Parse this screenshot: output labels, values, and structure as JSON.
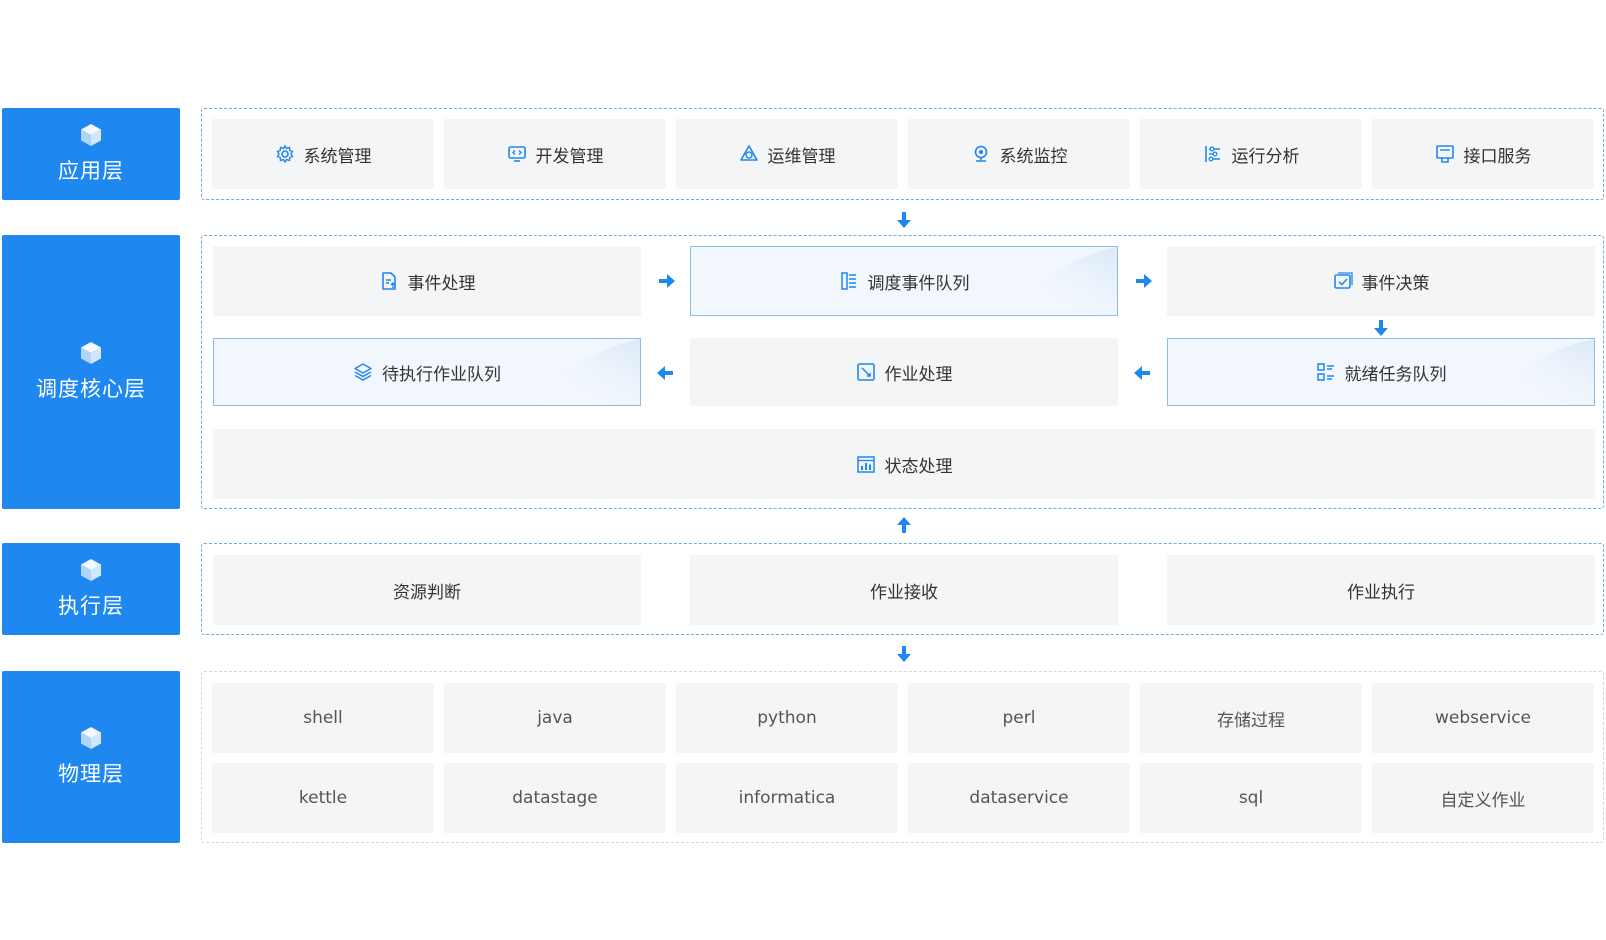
{
  "colors": {
    "accent": "#1e88f0",
    "frame": "#6fa8e6",
    "cell": "#f4f5f7",
    "highlight": "#f1f7fd"
  },
  "layers": [
    {
      "name": "应用层",
      "items": [
        {
          "label": "系统管理",
          "icon": "gear-icon"
        },
        {
          "label": "开发管理",
          "icon": "code-monitor-icon"
        },
        {
          "label": "运维管理",
          "icon": "triangle-cycle-icon"
        },
        {
          "label": "系统监控",
          "icon": "monitor-pin-icon"
        },
        {
          "label": "运行分析",
          "icon": "sliders-icon"
        },
        {
          "label": "接口服务",
          "icon": "interface-icon"
        }
      ]
    },
    {
      "name": "调度核心层",
      "items": [
        {
          "label": "事件处理",
          "icon": "document-upload-icon"
        },
        {
          "label": "调度事件队列",
          "icon": "queue-list-icon"
        },
        {
          "label": "事件决策",
          "icon": "decision-check-icon"
        },
        {
          "label": "待执行作业队列",
          "icon": "layers-icon"
        },
        {
          "label": "作业处理",
          "icon": "edit-box-icon"
        },
        {
          "label": "就绪任务队列",
          "icon": "task-list-icon"
        },
        {
          "label": "状态处理",
          "icon": "bar-chart-icon"
        }
      ]
    },
    {
      "name": "执行层",
      "items": [
        {
          "label": "资源判断"
        },
        {
          "label": "作业接收"
        },
        {
          "label": "作业执行"
        }
      ]
    },
    {
      "name": "物理层",
      "items": [
        {
          "label": "shell"
        },
        {
          "label": "java"
        },
        {
          "label": "python"
        },
        {
          "label": "perl"
        },
        {
          "label": "存储过程"
        },
        {
          "label": "webservice"
        },
        {
          "label": "kettle"
        },
        {
          "label": "datastage"
        },
        {
          "label": "informatica"
        },
        {
          "label": "dataservice"
        },
        {
          "label": "sql"
        },
        {
          "label": "自定义作业"
        }
      ]
    }
  ]
}
